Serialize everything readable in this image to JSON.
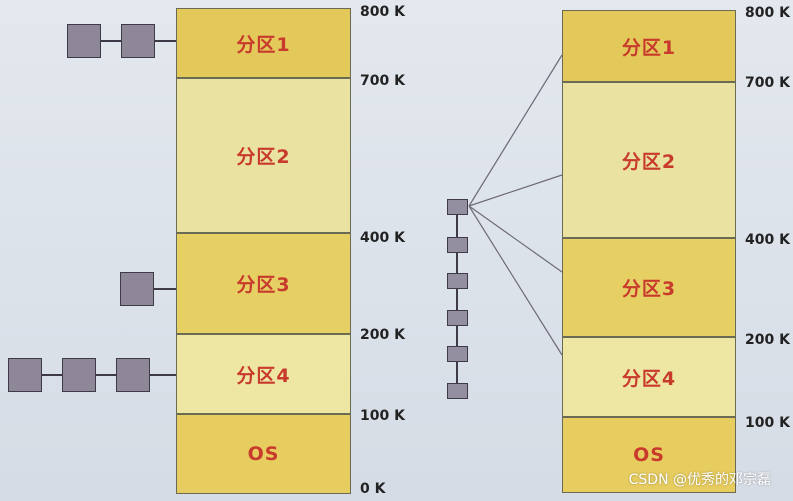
{
  "left_column": {
    "partitions": [
      {
        "label": "分区1",
        "color": "#e3c85a"
      },
      {
        "label": "分区2",
        "color": "#e9e2a0"
      },
      {
        "label": "分区3",
        "color": "#e6d064"
      },
      {
        "label": "分区4",
        "color": "#eee7a4"
      },
      {
        "label": "OS",
        "color": "#e7cd60"
      }
    ],
    "ticks": [
      "800 K",
      "700 K",
      "400 K",
      "200 K",
      "100 K",
      "0 K"
    ]
  },
  "right_column": {
    "partitions": [
      {
        "label": "分区1",
        "color": "#e3c85a"
      },
      {
        "label": "分区2",
        "color": "#e9e2a0"
      },
      {
        "label": "分区3",
        "color": "#e6d064"
      },
      {
        "label": "分区4",
        "color": "#eee7a4"
      },
      {
        "label": "OS",
        "color": "#e7cd60"
      }
    ],
    "ticks": [
      "800 K",
      "700 K",
      "400 K",
      "200 K",
      "100 K"
    ]
  },
  "watermark": "CSDN @优秀的邓宗磊"
}
